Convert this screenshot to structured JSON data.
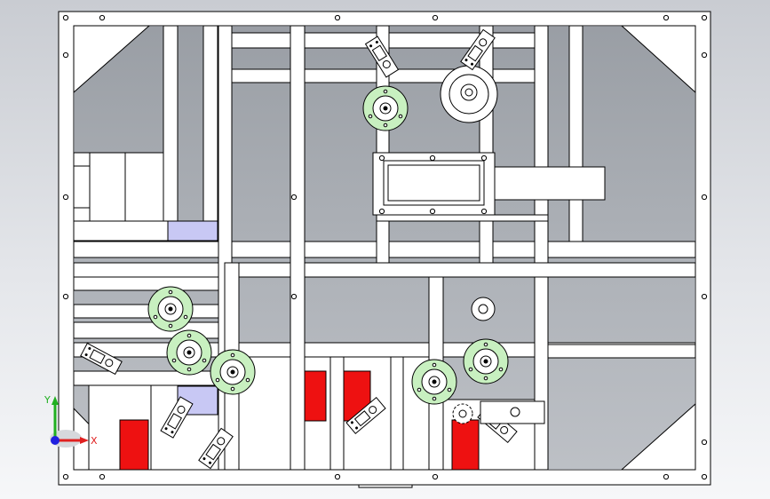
{
  "viewport": {
    "background_top": "#c9ccd2",
    "background_bottom": "#f6f7f9"
  },
  "model": {
    "frame_color": "#ffffff",
    "edge_color": "#000000",
    "panel_fill": "#a9adb3",
    "highlight_purple": "#c8c8f4",
    "highlight_red": "#ee1111",
    "bearing_green": "#c8f0c0",
    "parts": {
      "bearings": 10,
      "motor_mounts": 7,
      "red_blocks": 4,
      "purple_pads": 2
    }
  },
  "triad": {
    "x_label": "X",
    "y_label": "Y",
    "x_color": "#e02020",
    "y_color": "#20b020",
    "z_color": "#2020e0"
  }
}
